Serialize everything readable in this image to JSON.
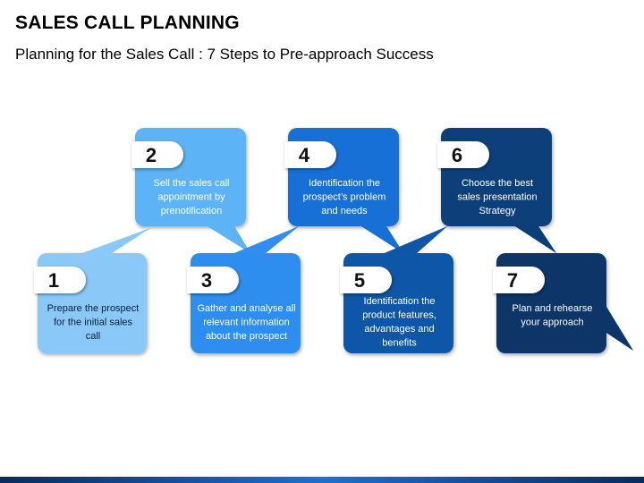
{
  "header": {
    "title": "SALES CALL PLANNING",
    "subtitle": "Planning for the Sales Call : 7 Steps to Pre-approach Success"
  },
  "steps": [
    {
      "number": "1",
      "lines": [
        "Prepare the prospect",
        "for the initial sales",
        "call"
      ],
      "color": "#89c8f7",
      "text_color": "#0b1f3a"
    },
    {
      "number": "2",
      "lines": [
        "Sell the sales call",
        "appointment by",
        "prenotification"
      ],
      "color": "#5cb3f5",
      "text_color": "#ffffff"
    },
    {
      "number": "3",
      "lines": [
        "Gather and analyse all",
        "relevant information",
        "about the prospect"
      ],
      "color": "#2f8ef0",
      "text_color": "#ffffff"
    },
    {
      "number": "4",
      "lines": [
        "Identification the",
        "prospect’s problem",
        "and needs"
      ],
      "color": "#1670d6",
      "text_color": "#ffffff"
    },
    {
      "number": "5",
      "lines": [
        "Identification the",
        "product features,",
        "advantages and",
        "benefits"
      ],
      "color": "#0f56a8",
      "text_color": "#ffffff"
    },
    {
      "number": "6",
      "lines": [
        "Choose the best",
        "sales presentation",
        "Strategy"
      ],
      "color": "#0c3f7a",
      "text_color": "#ffffff"
    },
    {
      "number": "7",
      "lines": [
        "Plan and rehearse",
        "your approach"
      ],
      "color": "#0b3668",
      "text_color": "#ffffff"
    }
  ]
}
